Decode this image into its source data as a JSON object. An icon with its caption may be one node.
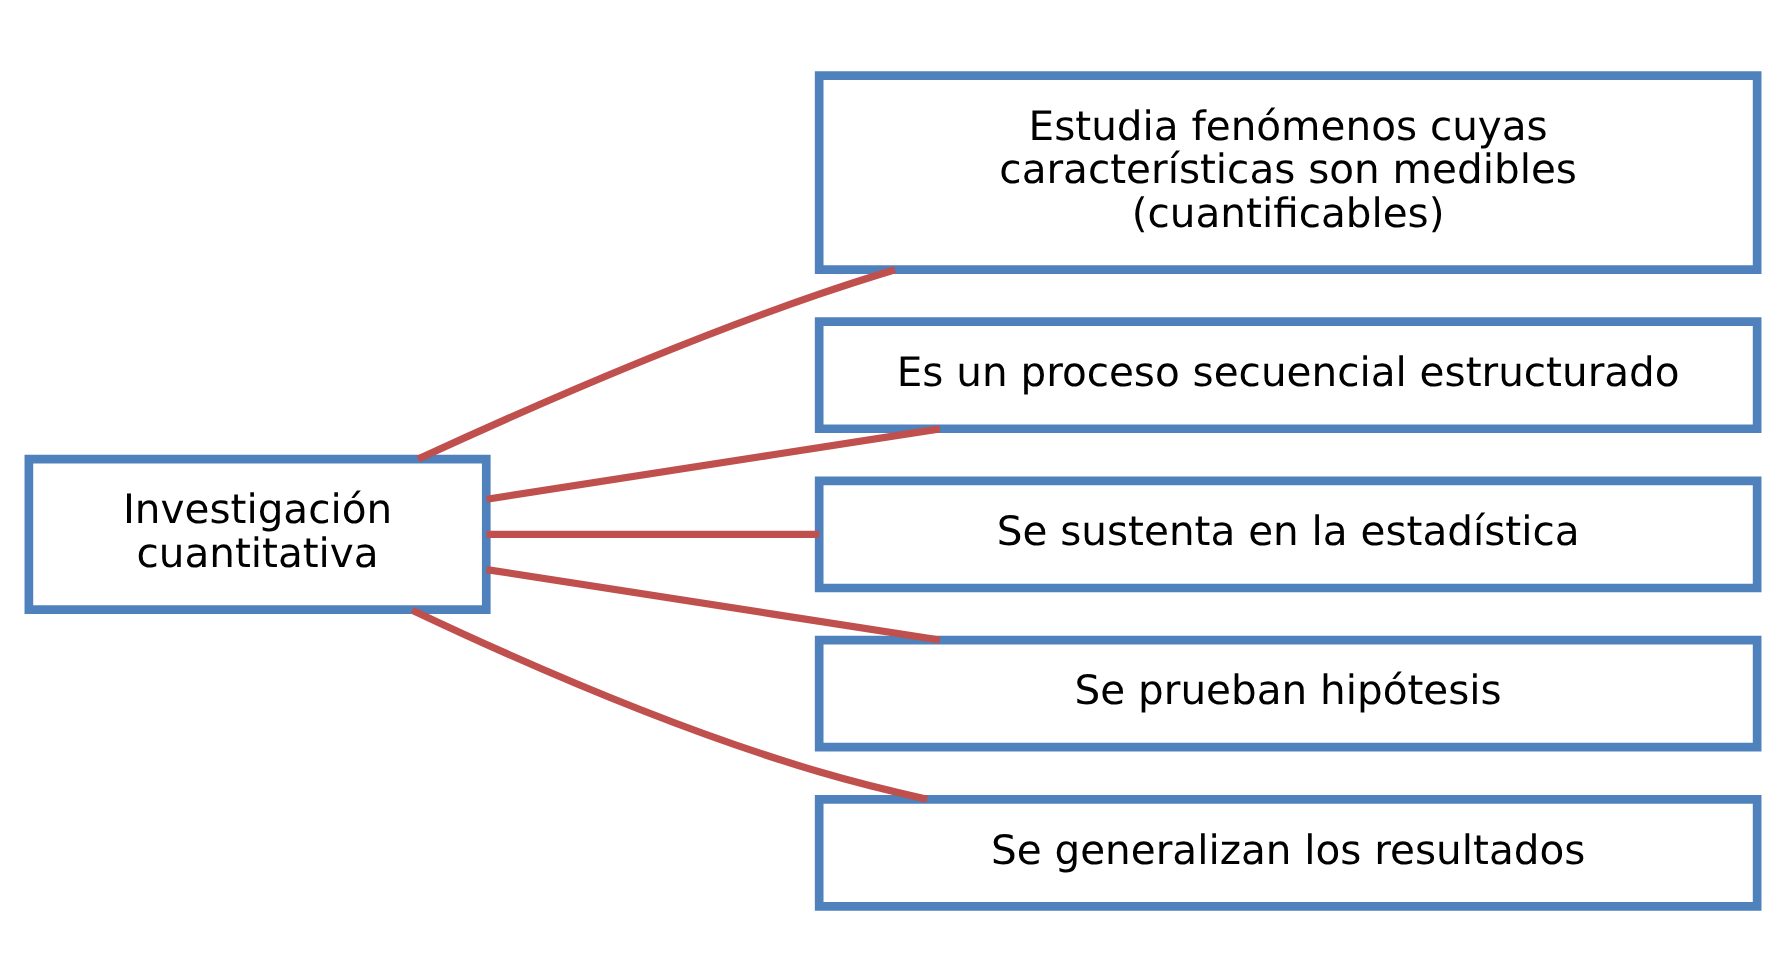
{
  "diagram": {
    "nodes": [
      {
        "text": [
          "Investigación cuantitativa"
        ]
      },
      {
        "text": [
          "Estudia fenómenos cuyas características son medibles (cuantificables)"
        ]
      },
      {
        "text": [
          "Es un proceso secuencial estructurado"
        ]
      },
      {
        "text": [
          "Se sustenta en la estadística"
        ]
      },
      {
        "text": [
          "Se prueban hipótesis"
        ]
      },
      {
        "text": [
          "Se generalizan los resultados"
        ]
      }
    ],
    "edges": [
      {
        "from": 0,
        "to": 1,
        "arrow": "none",
        "color": "#c0504d"
      },
      {
        "from": 0,
        "to": 2,
        "arrow": "none",
        "color": "#c0504d"
      },
      {
        "from": 0,
        "to": 3,
        "arrow": "none",
        "color": "#c0504d"
      },
      {
        "from": 0,
        "to": 4,
        "arrow": "none",
        "color": "#c0504d"
      },
      {
        "from": 0,
        "to": 5,
        "arrow": "none",
        "color": "#c0504d"
      }
    ]
  }
}
